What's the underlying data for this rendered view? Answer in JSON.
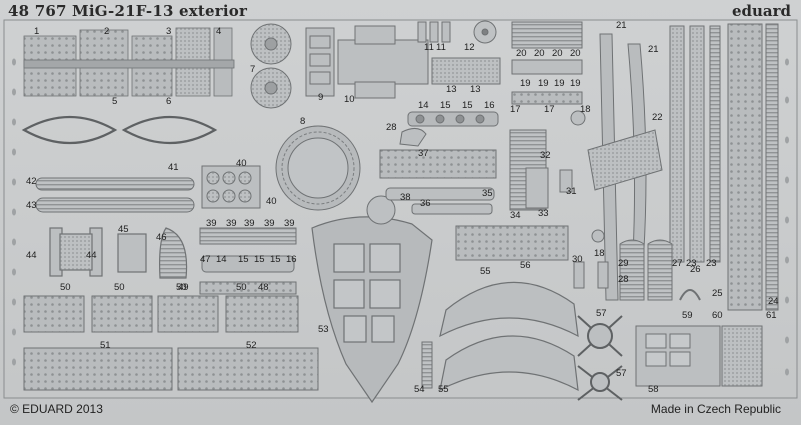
{
  "sheet": {
    "title": "48 767 MiG-21F-13 exterior",
    "brand": "eduard",
    "copyright": "© EDUARD 2013",
    "origin": "Made in Czech Republic"
  },
  "colors": {
    "background": "#c9cbcc",
    "metal": "#b9bcbe",
    "outline": "#6f7274",
    "text": "#1e1e1e"
  },
  "part_numbers": [
    "1",
    "2",
    "3",
    "4",
    "5",
    "6",
    "7",
    "8",
    "9",
    "10",
    "11",
    "11",
    "12",
    "13",
    "13",
    "14",
    "15",
    "15",
    "16",
    "17",
    "17",
    "18",
    "19",
    "19",
    "19",
    "19",
    "20",
    "20",
    "20",
    "20",
    "21",
    "21",
    "22",
    "23",
    "23",
    "24",
    "25",
    "26",
    "27",
    "28",
    "28",
    "29",
    "30",
    "31",
    "32",
    "33",
    "34",
    "35",
    "36",
    "37",
    "38",
    "39",
    "39",
    "39",
    "39",
    "39",
    "40",
    "40",
    "41",
    "42",
    "43",
    "44",
    "44",
    "45",
    "46",
    "47",
    "14",
    "15",
    "15",
    "15",
    "16",
    "48",
    "49",
    "50",
    "50",
    "50",
    "50",
    "51",
    "52",
    "53",
    "54",
    "55",
    "55",
    "56",
    "57",
    "57",
    "58",
    "59",
    "60",
    "61",
    "18"
  ]
}
